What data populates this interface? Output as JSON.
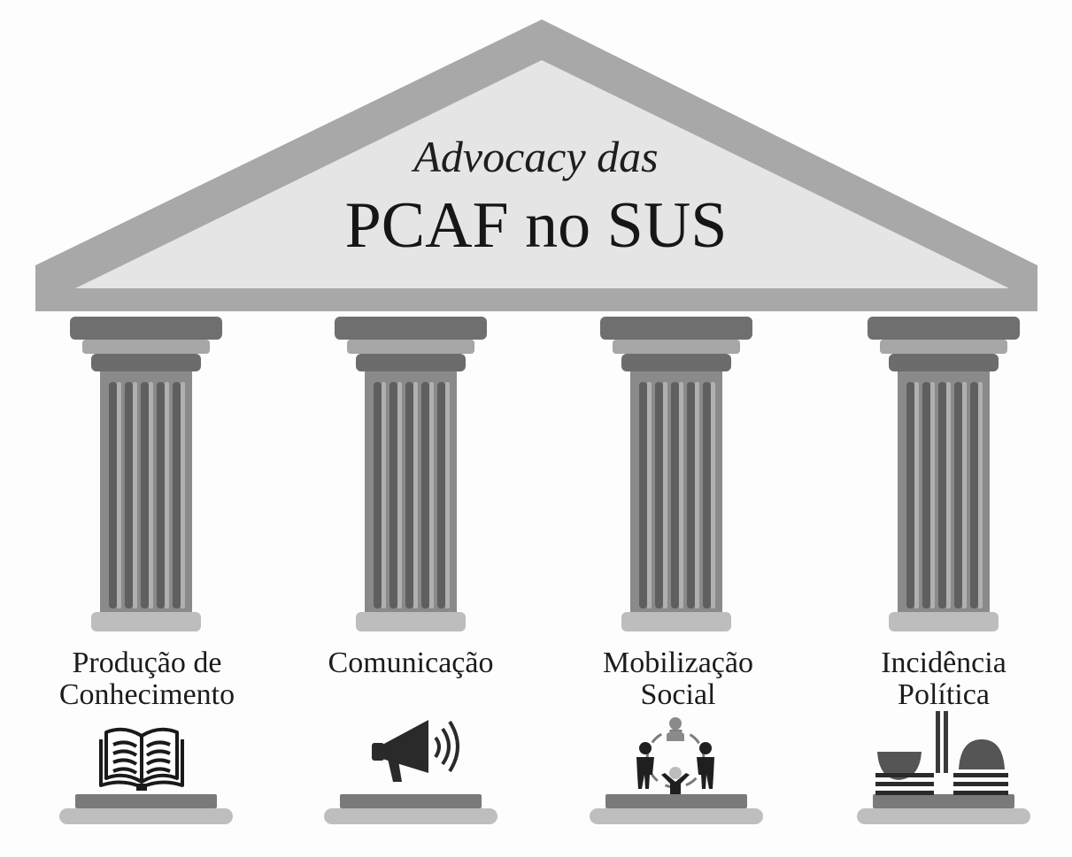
{
  "title": {
    "line1": "Advocacy das",
    "line2": "PCAF no SUS"
  },
  "pillars": [
    {
      "label_line1": "Produção de",
      "label_line2": "Conhecimento",
      "icon": "open-book-icon"
    },
    {
      "label_line1": "Comunicação",
      "label_line2": "",
      "icon": "megaphone-icon"
    },
    {
      "label_line1": "Mobilização",
      "label_line2": "Social",
      "icon": "people-circle-icon"
    },
    {
      "label_line1": "Incidência",
      "label_line2": "Política",
      "icon": "congress-building-icon"
    }
  ],
  "colors": {
    "roof_outer": "#a9a9a9",
    "roof_inner": "#e6e6e6",
    "column_dark": "#6e6e6e",
    "column_mid": "#8c8c8c",
    "column_light": "#b3b3b3",
    "base_dark": "#7a7a7a",
    "base_light": "#bdbdbd",
    "icon": "#1a1a1a"
  }
}
